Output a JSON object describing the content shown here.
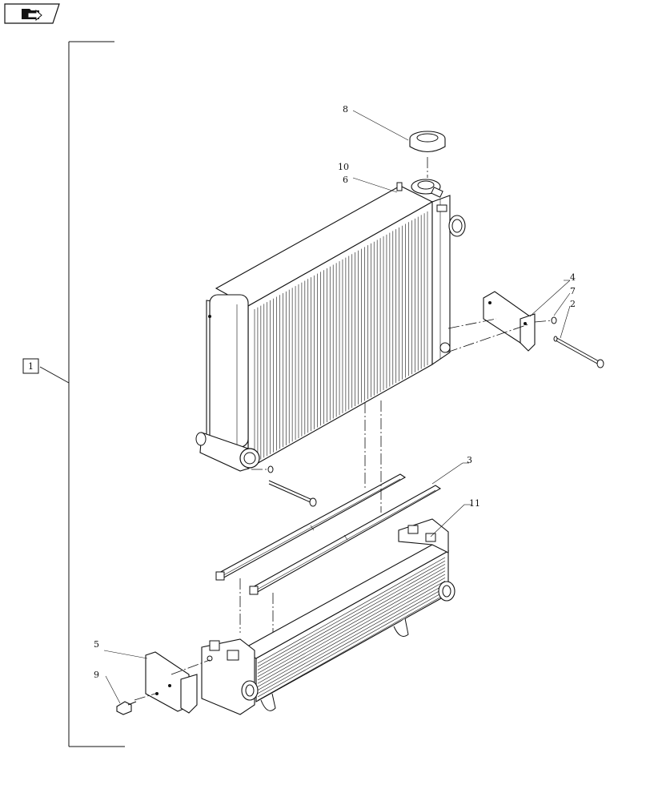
{
  "nav": {
    "icon": "folder-arrow-icon"
  },
  "callouts": {
    "assembly": "1",
    "pin_long": "2",
    "bar": "3",
    "bracket_right": "4",
    "bracket_left": "5",
    "radiator": "6",
    "clip": "7",
    "cap": "8",
    "bolt": "9",
    "radiator_alt": "10",
    "oil_cooler": "11"
  }
}
